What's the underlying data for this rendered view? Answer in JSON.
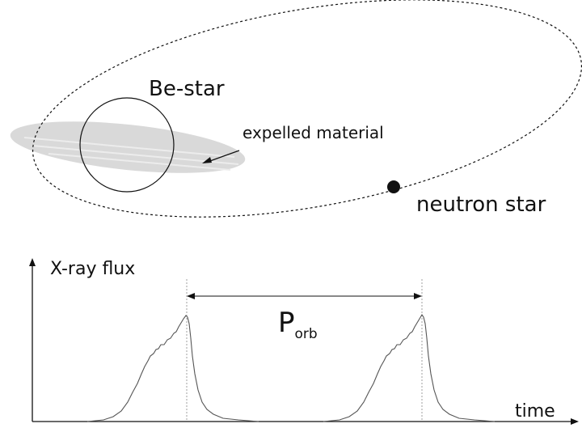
{
  "top": {
    "star_label": "Be-star",
    "disk_label": "expelled material",
    "ns_label": "neutron star"
  },
  "bottom": {
    "y_axis_label": "X-ray flux",
    "x_axis_label": "time",
    "period_main": "P",
    "period_sub": "orb"
  },
  "colors": {
    "line": "#111111",
    "disk": "#d9d9d9",
    "disk_stripe": "#ececec",
    "curve": "#555555",
    "guide": "#888888"
  }
}
